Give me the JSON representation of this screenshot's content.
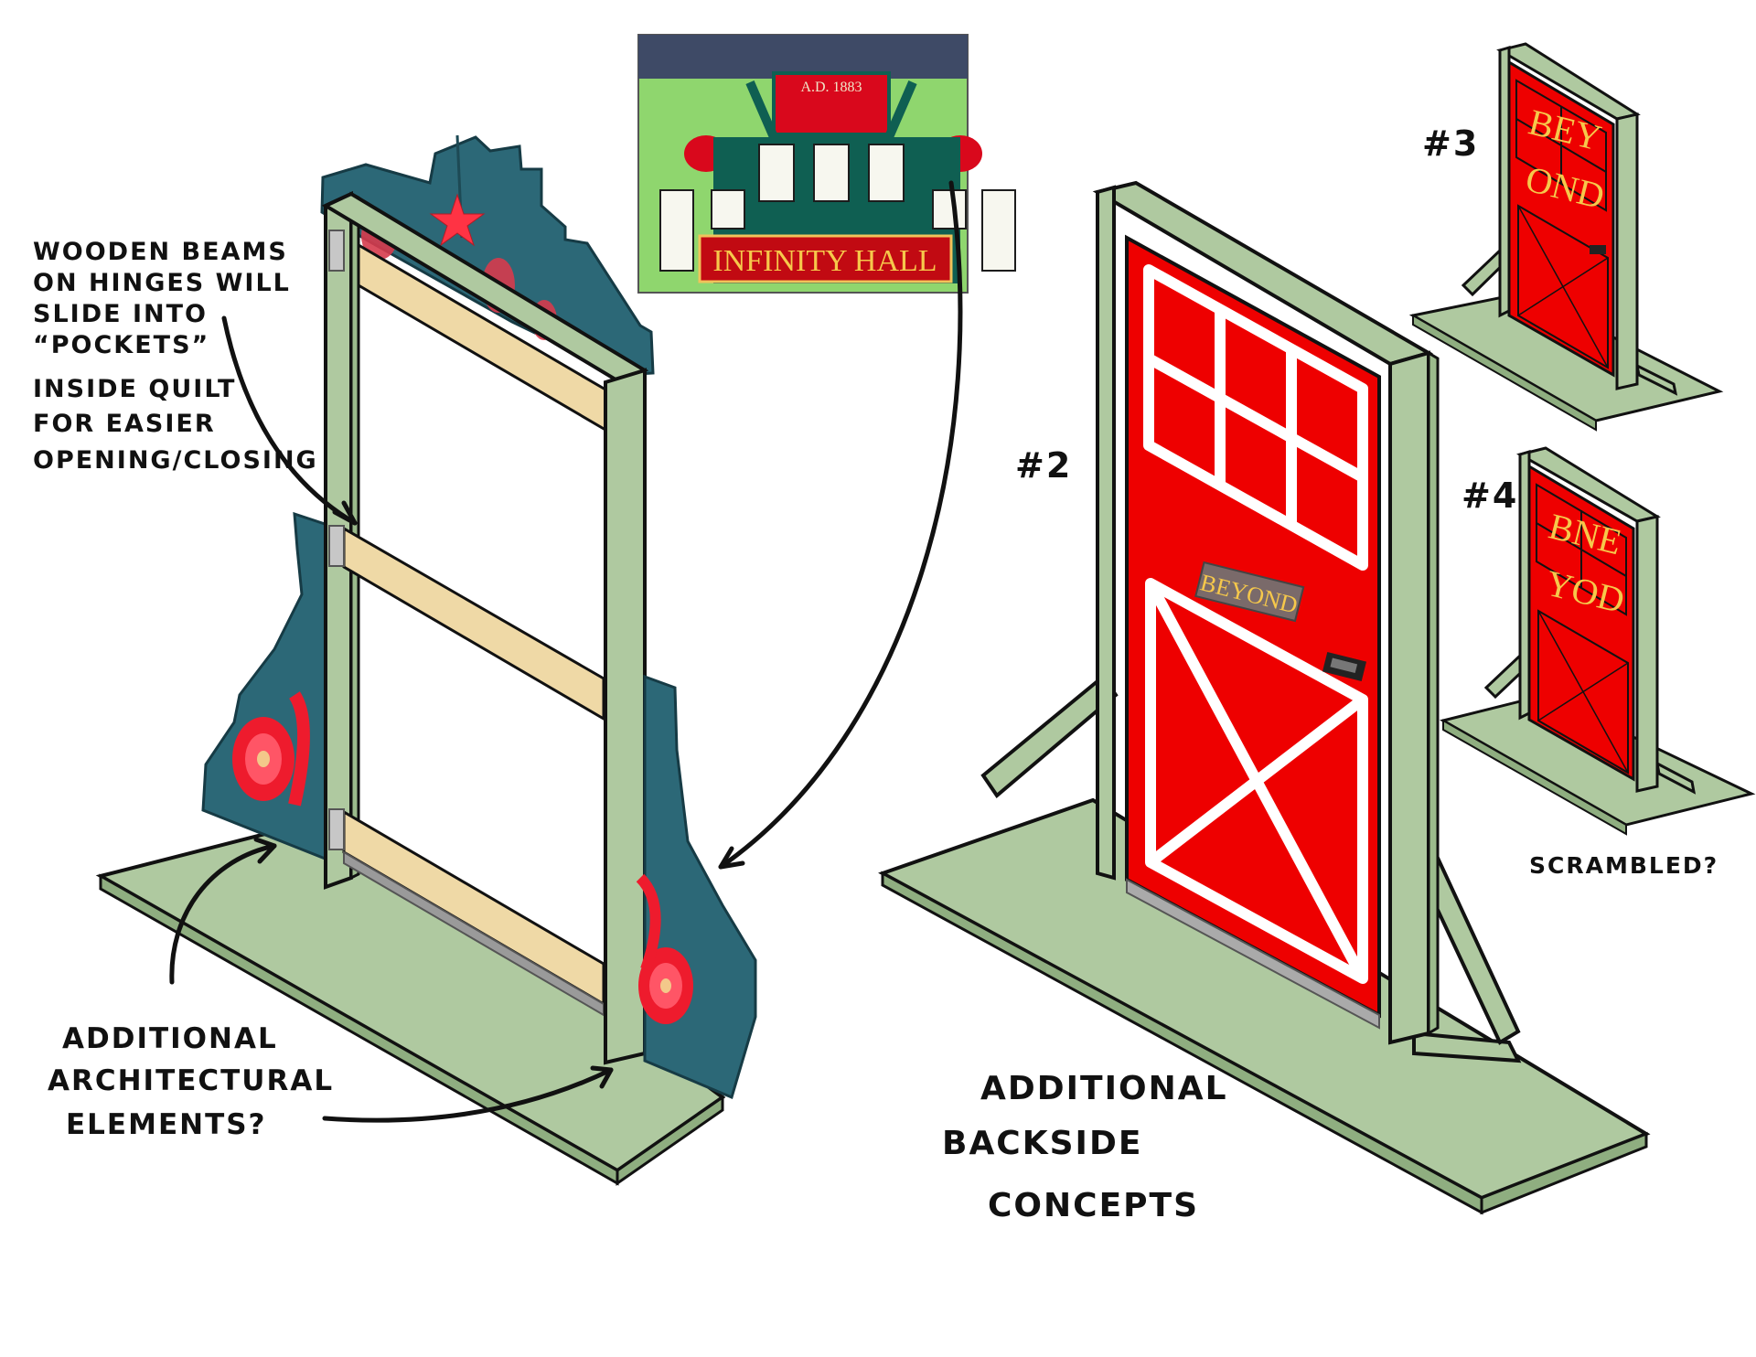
{
  "colors": {
    "base_green": "#afc9a0",
    "teal": "#2c6877",
    "door_red": "#ee0000",
    "wood": "#efd9a6",
    "gold": "#f6c84b",
    "outline": "#111111"
  },
  "photo": {
    "building_label": "INFINITY HALL",
    "year_label": "A.D. 1883"
  },
  "annotations": {
    "hinge_note": [
      "WOODEN BEAMS",
      "ON HINGES WILL",
      "SLIDE INTO",
      "“POCKETS”",
      "INSIDE QUILT",
      "FOR EASIER",
      "OPENING/CLOSING"
    ],
    "architectural_note": [
      "ADDITIONAL",
      "ARCHITECTURAL",
      "ELEMENTS?"
    ],
    "backside_note": [
      "ADDITIONAL",
      "BACKSIDE",
      "CONCEPTS"
    ],
    "scrambled_note": "SCRAMBLED?"
  },
  "concepts": {
    "c2": {
      "label": "#2",
      "sign": "BEYOND"
    },
    "c3": {
      "label": "#3",
      "row1": "BEY",
      "row2": "OND"
    },
    "c4": {
      "label": "#4",
      "row1": "BNE",
      "row2": "YOD"
    }
  },
  "icons": {
    "star": "star-icon",
    "rosette": "rosette-icon",
    "latch": "latch-icon",
    "hinge": "hinge-icon"
  }
}
